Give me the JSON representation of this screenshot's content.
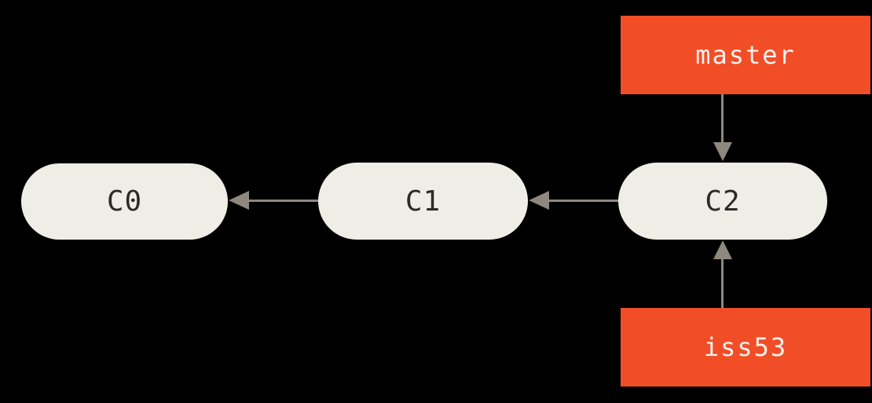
{
  "commits": [
    {
      "label": "C0"
    },
    {
      "label": "C1"
    },
    {
      "label": "C2"
    }
  ],
  "branches": [
    {
      "label": "master"
    },
    {
      "label": "iss53"
    }
  ],
  "colors": {
    "background": "#000000",
    "commit_fill": "#EFEEE6",
    "commit_text": "#2B2A26",
    "branch_fill": "#F14E28",
    "branch_text": "#F3F2EE",
    "arrow": "#8E887E"
  }
}
